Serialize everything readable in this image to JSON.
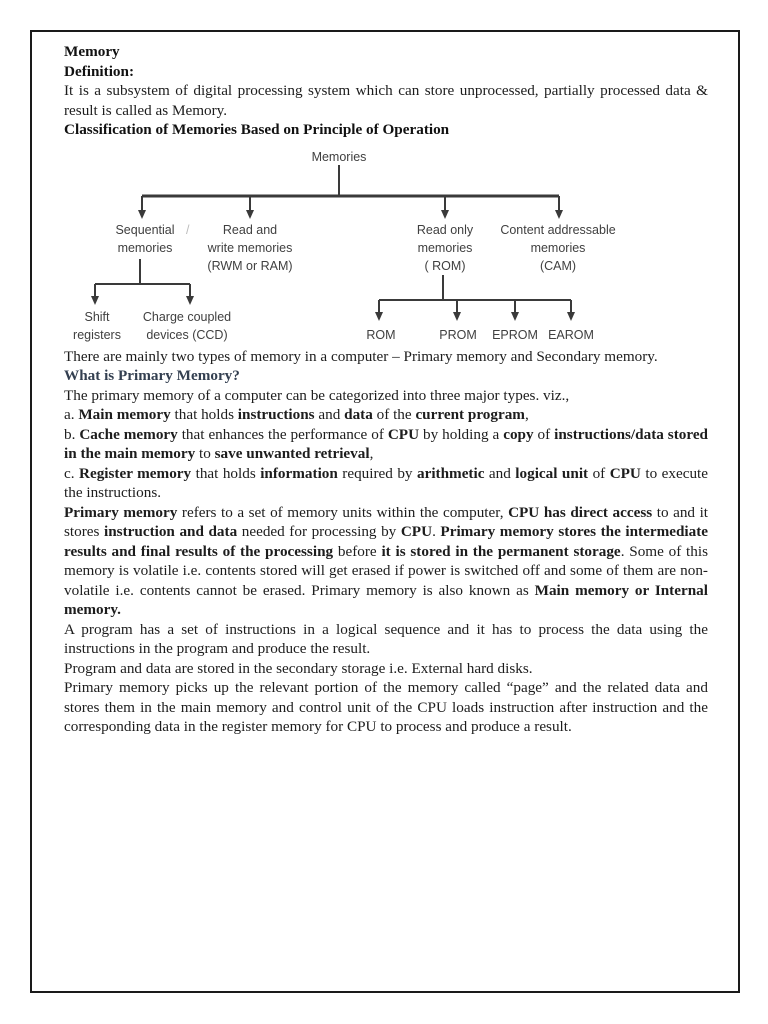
{
  "page": {
    "title": "Memory",
    "definition_label": "Definition:",
    "definition_body": "It is a subsystem of digital processing system which can store unprocessed, partially processed data & result is called as Memory.",
    "classification_heading": "Classification of Memories Based on Principle of Operation",
    "two_types_para": "There are mainly two types of memory in a computer – Primary memory and Secondary memory.",
    "primary_memory_heading": "What is Primary Memory?",
    "types_intro": "The primary memory of a computer can be categorized into three major types. viz.,",
    "type_a_runs": [
      {
        "t": "a. "
      },
      {
        "t": "Main memory",
        "b": true
      },
      {
        "t": " that holds "
      },
      {
        "t": "instructions",
        "b": true
      },
      {
        "t": " and "
      },
      {
        "t": "data",
        "b": true
      },
      {
        "t": " of the "
      },
      {
        "t": "current program",
        "b": true
      },
      {
        "t": ","
      }
    ],
    "type_b_runs": [
      {
        "t": "b. "
      },
      {
        "t": "Cache memory",
        "b": true
      },
      {
        "t": " that enhances the performance of "
      },
      {
        "t": "CPU",
        "b": true
      },
      {
        "t": " by holding a "
      },
      {
        "t": "copy",
        "b": true
      },
      {
        "t": " of "
      },
      {
        "t": "instructions/data stored in the main memory",
        "b": true
      },
      {
        "t": " to "
      },
      {
        "t": "save unwanted retrieval",
        "b": true
      },
      {
        "t": ","
      }
    ],
    "type_c_runs": [
      {
        "t": "c. "
      },
      {
        "t": "Register memory",
        "b": true
      },
      {
        "t": " that holds "
      },
      {
        "t": "information",
        "b": true
      },
      {
        "t": " required by "
      },
      {
        "t": "arithmetic",
        "b": true
      },
      {
        "t": " and "
      },
      {
        "t": "logical unit",
        "b": true
      },
      {
        "t": " of "
      },
      {
        "t": "CPU",
        "b": true
      },
      {
        "t": " to execute the instructions."
      }
    ],
    "primary_refers_runs": [
      {
        "t": "Primary memory",
        "b": true
      },
      {
        "t": " refers to a set of memory units within the computer, "
      },
      {
        "t": "CPU has direct access",
        "b": true
      },
      {
        "t": " to and it stores "
      },
      {
        "t": "instruction and data",
        "b": true
      },
      {
        "t": " needed for processing by "
      },
      {
        "t": "CPU",
        "b": true
      },
      {
        "t": ". "
      },
      {
        "t": "Primary memory stores the intermediate results and final results of the processing",
        "b": true
      },
      {
        "t": " before "
      },
      {
        "t": "it is stored in the permanent storage",
        "b": true
      },
      {
        "t": ".  Some of this memory is volatile i.e. contents stored will get erased if power is switched off and some of them are non-volatile i.e. contents cannot be erased. Primary memory is also known as "
      },
      {
        "t": "Main memory or Internal memory.",
        "b": true
      }
    ],
    "program_para": "A program has a set of instructions in a logical sequence and it has to process the data using the instructions in the program and produce the result.",
    "storage_para": "Program and data are stored in the secondary storage i.e. External hard disks.",
    "page_para": "Primary memory picks up the relevant portion of the memory called “page” and the related data and stores them in the main memory and control unit of the CPU loads instruction after instruction and the corresponding data in the register memory for CPU to process and produce a result."
  },
  "diagram": {
    "root_label": "Memories",
    "slash_mark": "/",
    "branch1": [
      "Sequential",
      "memories"
    ],
    "branch2": [
      "Read and",
      "write memories",
      "(RWM or RAM)"
    ],
    "branch3": [
      "Read only",
      "memories",
      "( ROM)"
    ],
    "branch4": [
      "Content addressable",
      "memories",
      "(CAM)"
    ],
    "seq_child1": [
      "Shift",
      "registers"
    ],
    "seq_child2": [
      "Charge coupled",
      "devices (CCD)"
    ],
    "rom_children": [
      "ROM",
      "PROM",
      "EPROM",
      "EAROM"
    ]
  },
  "colors": {
    "heading_accent": "#333f50",
    "body_text": "#1d1d1d",
    "diagram_ink": "#3a3a3a",
    "page_border": "#1a1a1a"
  }
}
